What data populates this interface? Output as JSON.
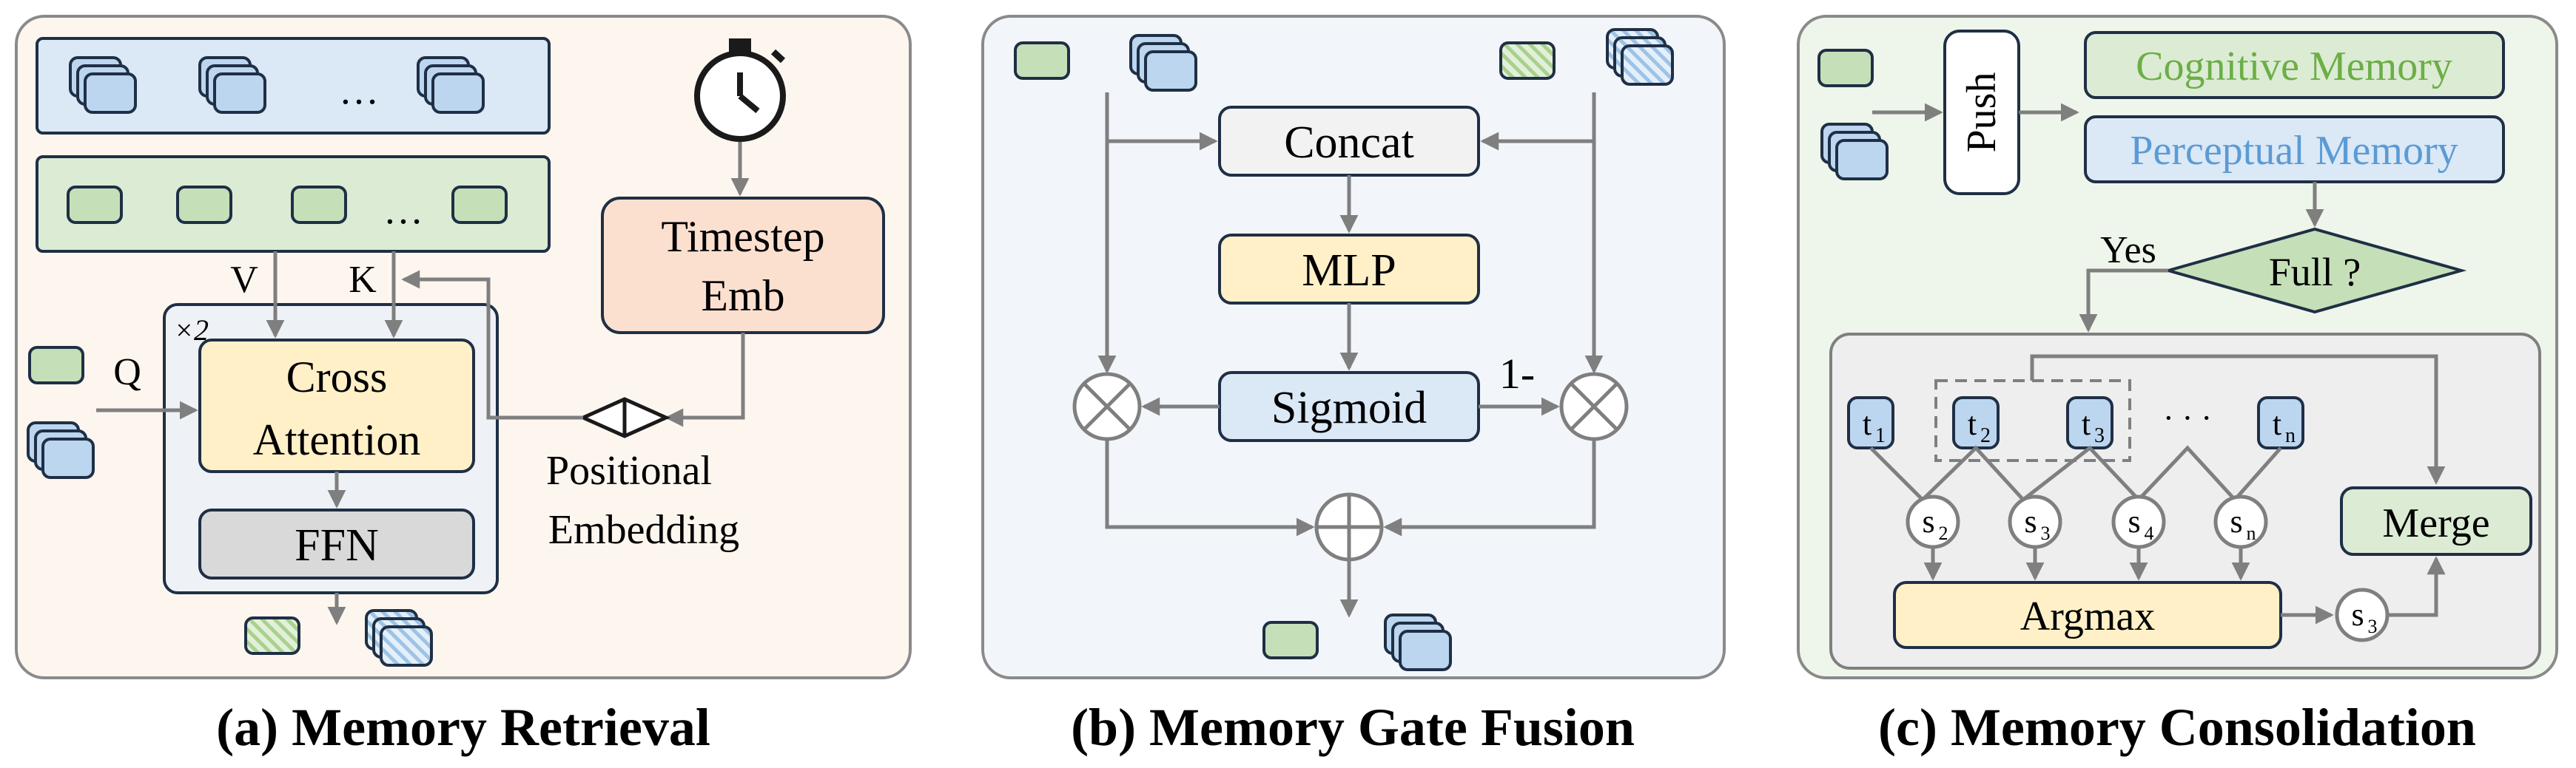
{
  "panel_a": {
    "caption": "(a) Memory Retrieval",
    "ellipsis_blue": "…",
    "ellipsis_green": "…",
    "label_v": "V",
    "label_k": "K",
    "label_q": "Q",
    "repeat": "×2",
    "cross_attention_1": "Cross",
    "cross_attention_2": "Attention",
    "ffn": "FFN",
    "timestep_1": "Timestep",
    "timestep_2": "Emb",
    "positional_1": "Positional",
    "positional_2": "Embedding"
  },
  "panel_b": {
    "caption": "(b) Memory Gate Fusion",
    "concat": "Concat",
    "mlp": "MLP",
    "sigmoid": "Sigmoid",
    "one_minus": "1-"
  },
  "panel_c": {
    "caption": "(c) Memory Consolidation",
    "push": "Push",
    "cognitive": "Cognitive Memory",
    "perceptual": "Perceptual Memory",
    "yes": "Yes",
    "full": "Full ?",
    "t1": "t",
    "t1_sub": "1",
    "t2": "t",
    "t2_sub": "2",
    "t3": "t",
    "t3_sub": "3",
    "tn": "t",
    "tn_sub": "n",
    "ellipsis": "· · ·",
    "s2": "s",
    "s2_sub": "2",
    "s3": "s",
    "s3_sub": "3",
    "s4": "s",
    "s4_sub": "4",
    "sn": "s",
    "sn_sub": "n",
    "s3b": "s",
    "s3b_sub": "3",
    "merge": "Merge",
    "argmax": "Argmax"
  },
  "colors": {
    "blue_fill": "#bcd6f0",
    "green_fill": "#c5e0b8",
    "yellow_fill": "#fff0c8",
    "orange_fill": "#fbe0d0",
    "gray_fill": "#d9d9d9",
    "dark": "#1f2f45",
    "arrow": "#7f7f7f",
    "cognitive_text": "#6cae46",
    "perceptual_text": "#5b9bd5"
  }
}
